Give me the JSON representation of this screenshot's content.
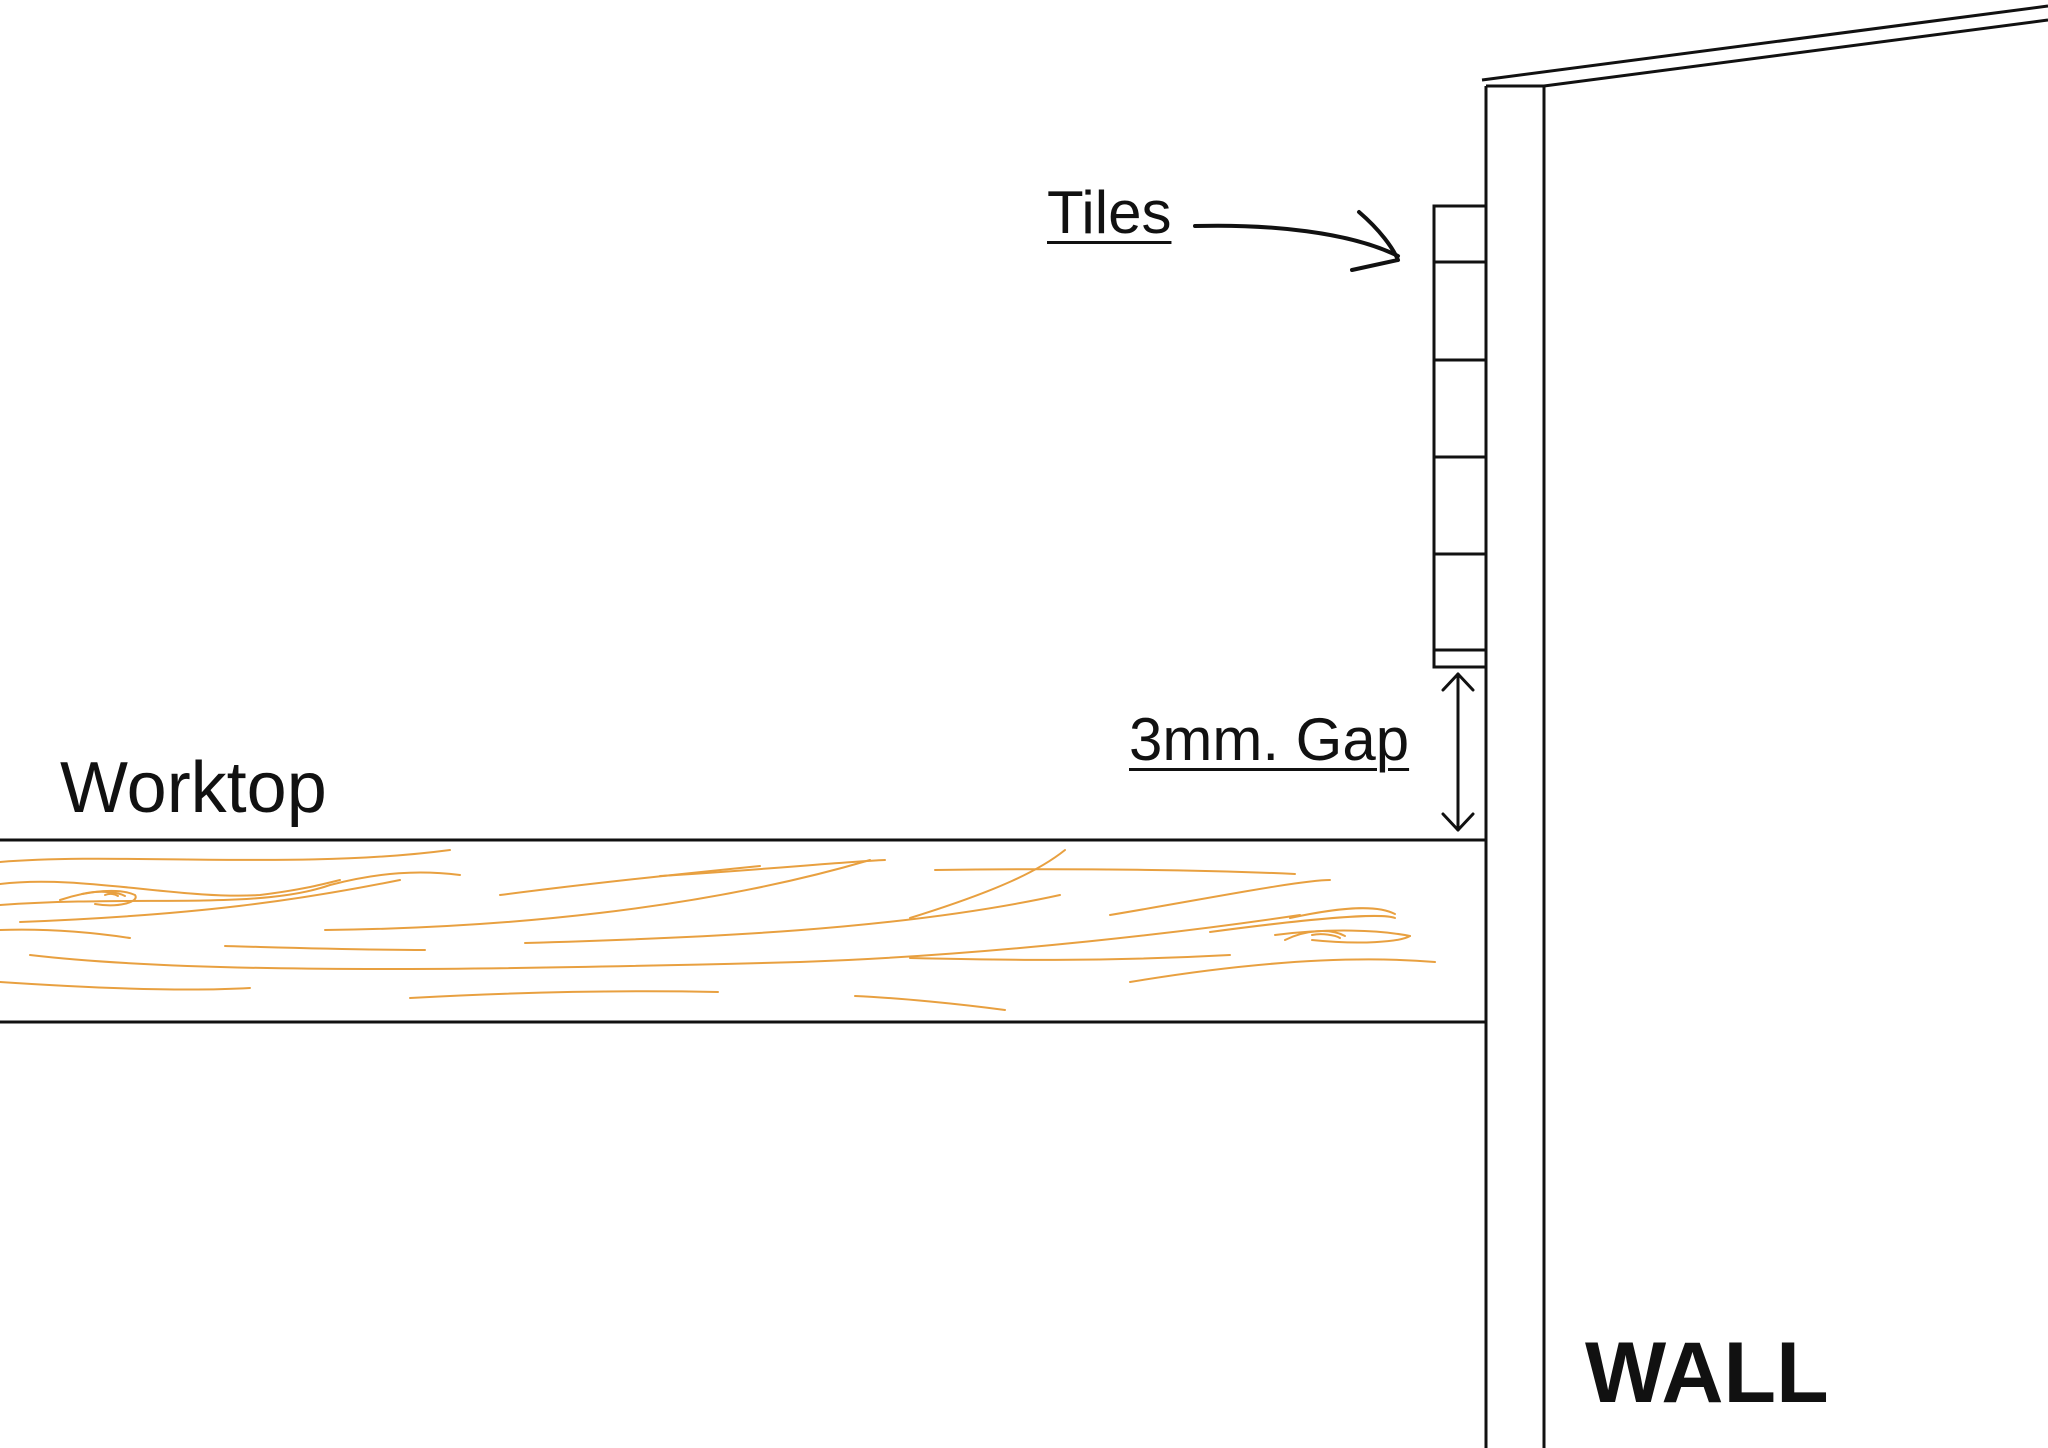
{
  "labels": {
    "worktop": "Worktop",
    "tiles": "Tiles",
    "gap": "3mm. Gap",
    "wall": "WALL"
  },
  "colors": {
    "line": "#111111",
    "wood_grain": "#e8a040",
    "background": "#ffffff"
  },
  "tiles": {
    "count": 5
  }
}
